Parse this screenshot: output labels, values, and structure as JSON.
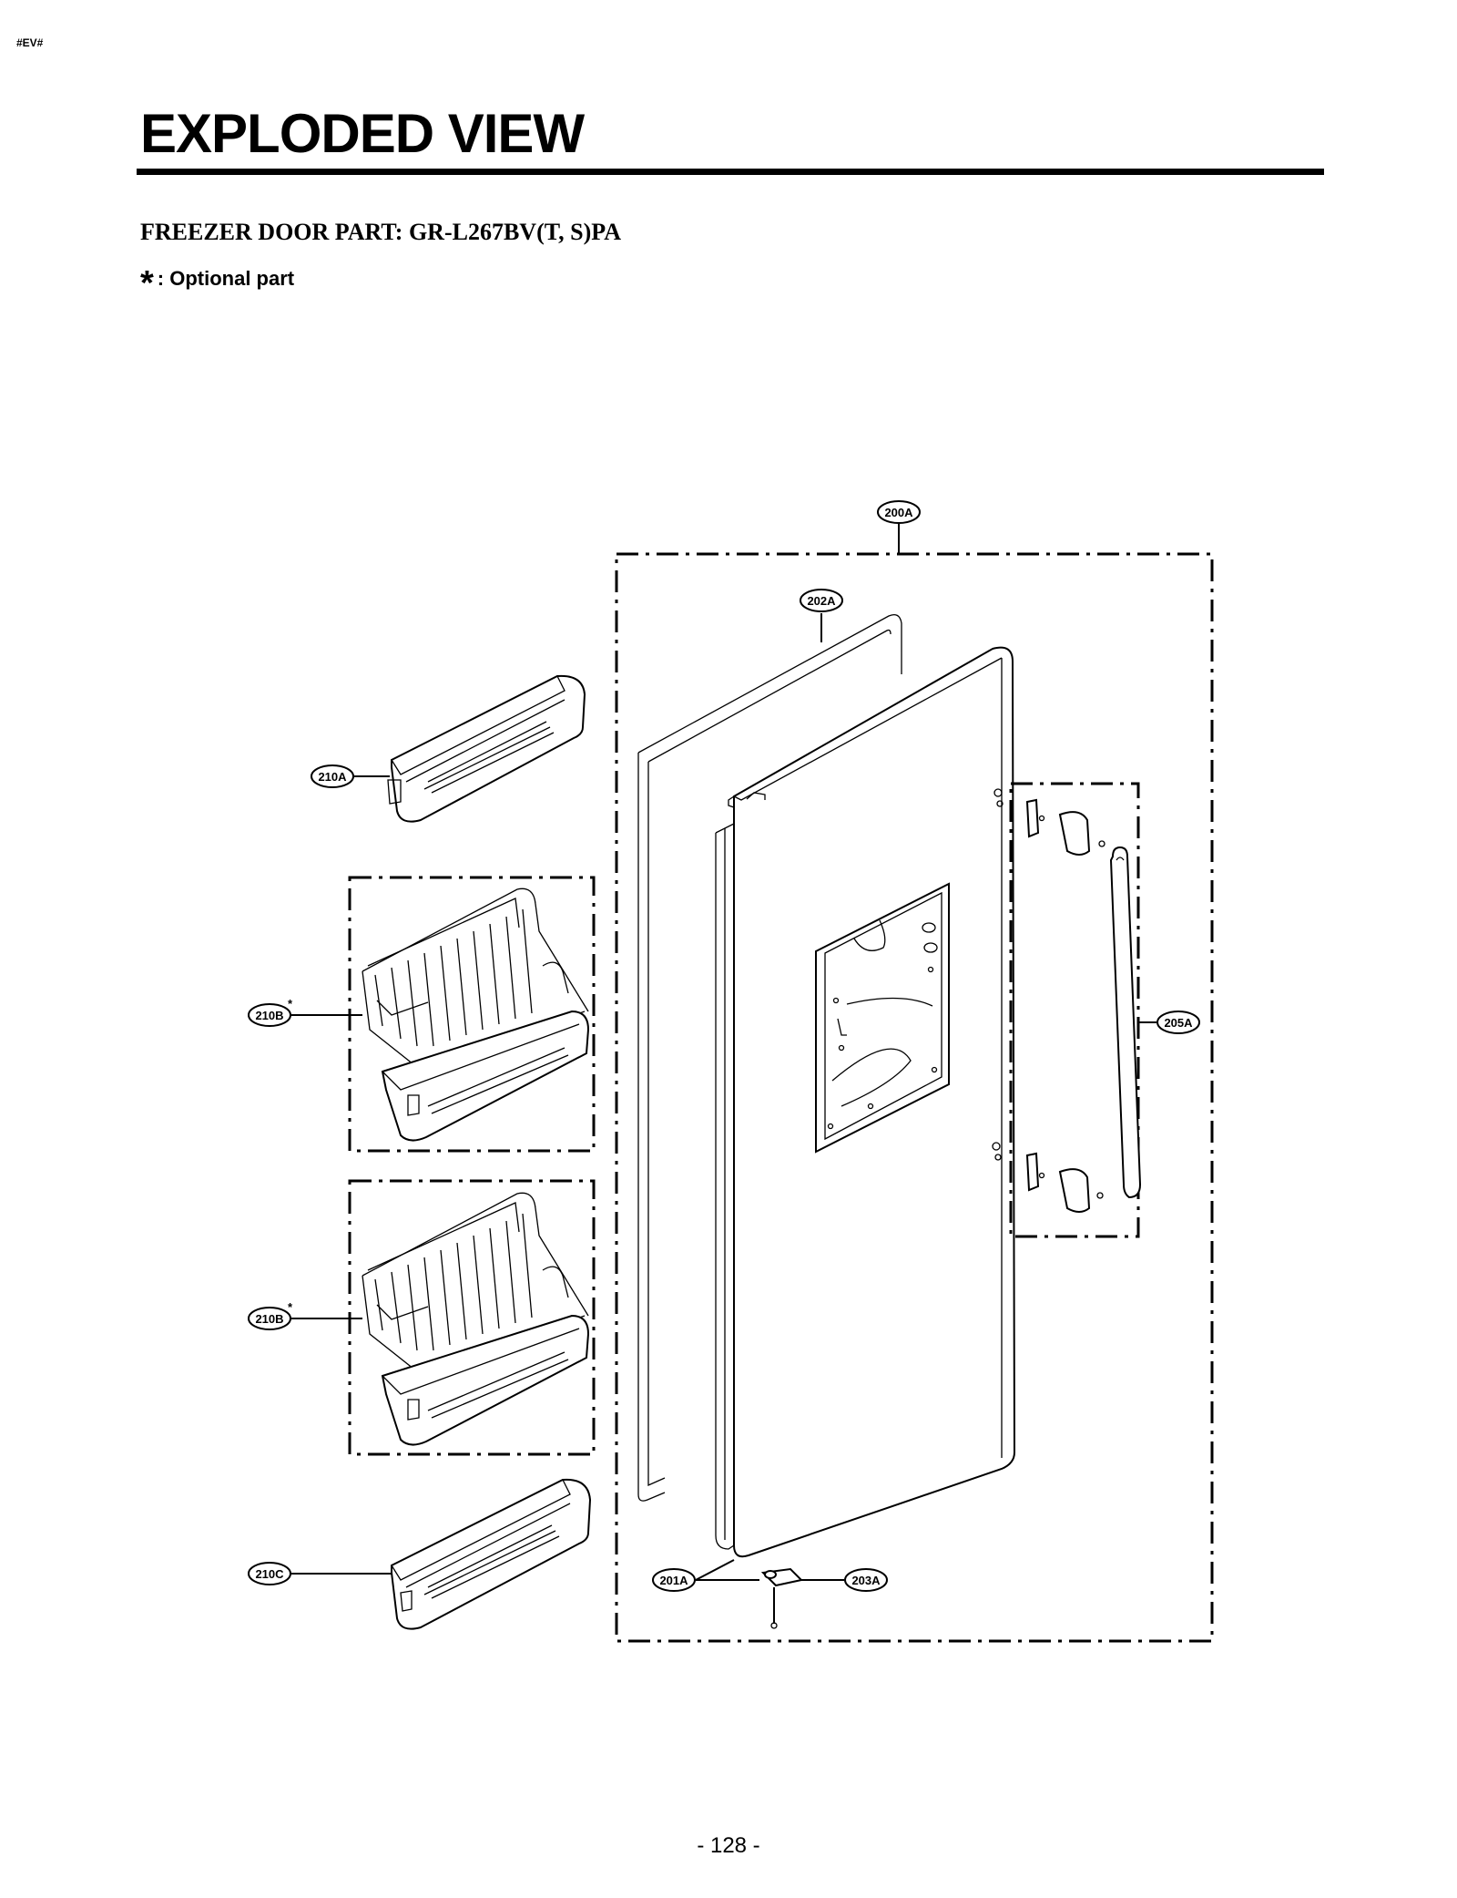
{
  "header": {
    "tag": "#EV#"
  },
  "page": {
    "title": "EXPLODED VIEW",
    "subtitle": "FREEZER DOOR PART: GR-L267BV(T, S)PA",
    "note_symbol": "*",
    "note_text": ": Optional part",
    "page_number": "- 128 -"
  },
  "parts": {
    "p200A": "200A",
    "p202A": "202A",
    "p210A": "210A",
    "p210B_1": "210B",
    "p210B_2": "210B",
    "p205A": "205A",
    "p210C": "210C",
    "p201A": "201A",
    "p203A": "203A",
    "optional_mark": "*"
  }
}
